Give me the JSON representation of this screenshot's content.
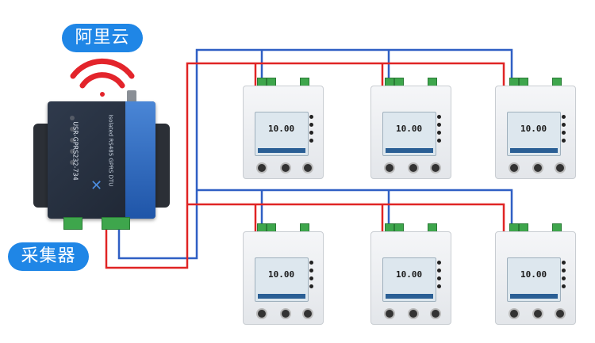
{
  "cloud_label": "阿里云",
  "collector_label": "采集器",
  "dtu": {
    "model": "USR-GPRS232-734",
    "subtitle": "Isolated RS485 GPRS DTU"
  },
  "meters": [
    {
      "reading": "10.00"
    },
    {
      "reading": "10.00"
    },
    {
      "reading": "10.00"
    },
    {
      "reading": "10.00"
    },
    {
      "reading": "10.00"
    },
    {
      "reading": "10.00"
    }
  ],
  "colors": {
    "accent": "#1f86e6",
    "wire_red": "#e02424",
    "wire_blue": "#2f5fc4",
    "wifi_red": "#e3242b"
  }
}
